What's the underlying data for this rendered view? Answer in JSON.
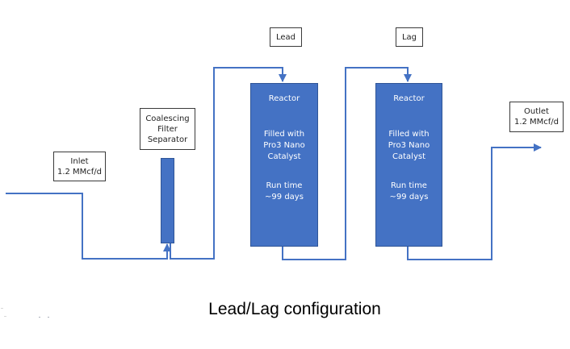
{
  "diagram": {
    "title": "Lead/Lag configuration",
    "colors": {
      "pipe": "#4472c4",
      "vessel_fill": "#4472c4",
      "vessel_border": "#2f5597",
      "label_border": "#3a3a3a",
      "reactor_text": "#ffffff"
    },
    "inlet": {
      "line1": "Inlet",
      "line2": "1.2 MMcf/d"
    },
    "separator": {
      "line1": "Coalescing",
      "line2": "Filter",
      "line3": "Separator"
    },
    "stage_labels": {
      "lead": "Lead",
      "lag": "Lag"
    },
    "reactors": [
      {
        "stage": "Lead",
        "title": "Reactor",
        "fill_line1": "Filled with",
        "fill_line2": "Pro3 Nano",
        "fill_line3": "Catalyst",
        "run_line1": "Run time",
        "run_line2": "~99 days"
      },
      {
        "stage": "Lag",
        "title": "Reactor",
        "fill_line1": "Filled with",
        "fill_line2": "Pro3 Nano",
        "fill_line3": "Catalyst",
        "run_line1": "Run time",
        "run_line2": "~99 days"
      }
    ],
    "outlet": {
      "line1": "Outlet",
      "line2": "1.2 MMcf/d"
    },
    "flow": [
      "Inlet",
      "Coalescing Filter Separator",
      "Lead Reactor",
      "Lag Reactor",
      "Outlet"
    ]
  }
}
